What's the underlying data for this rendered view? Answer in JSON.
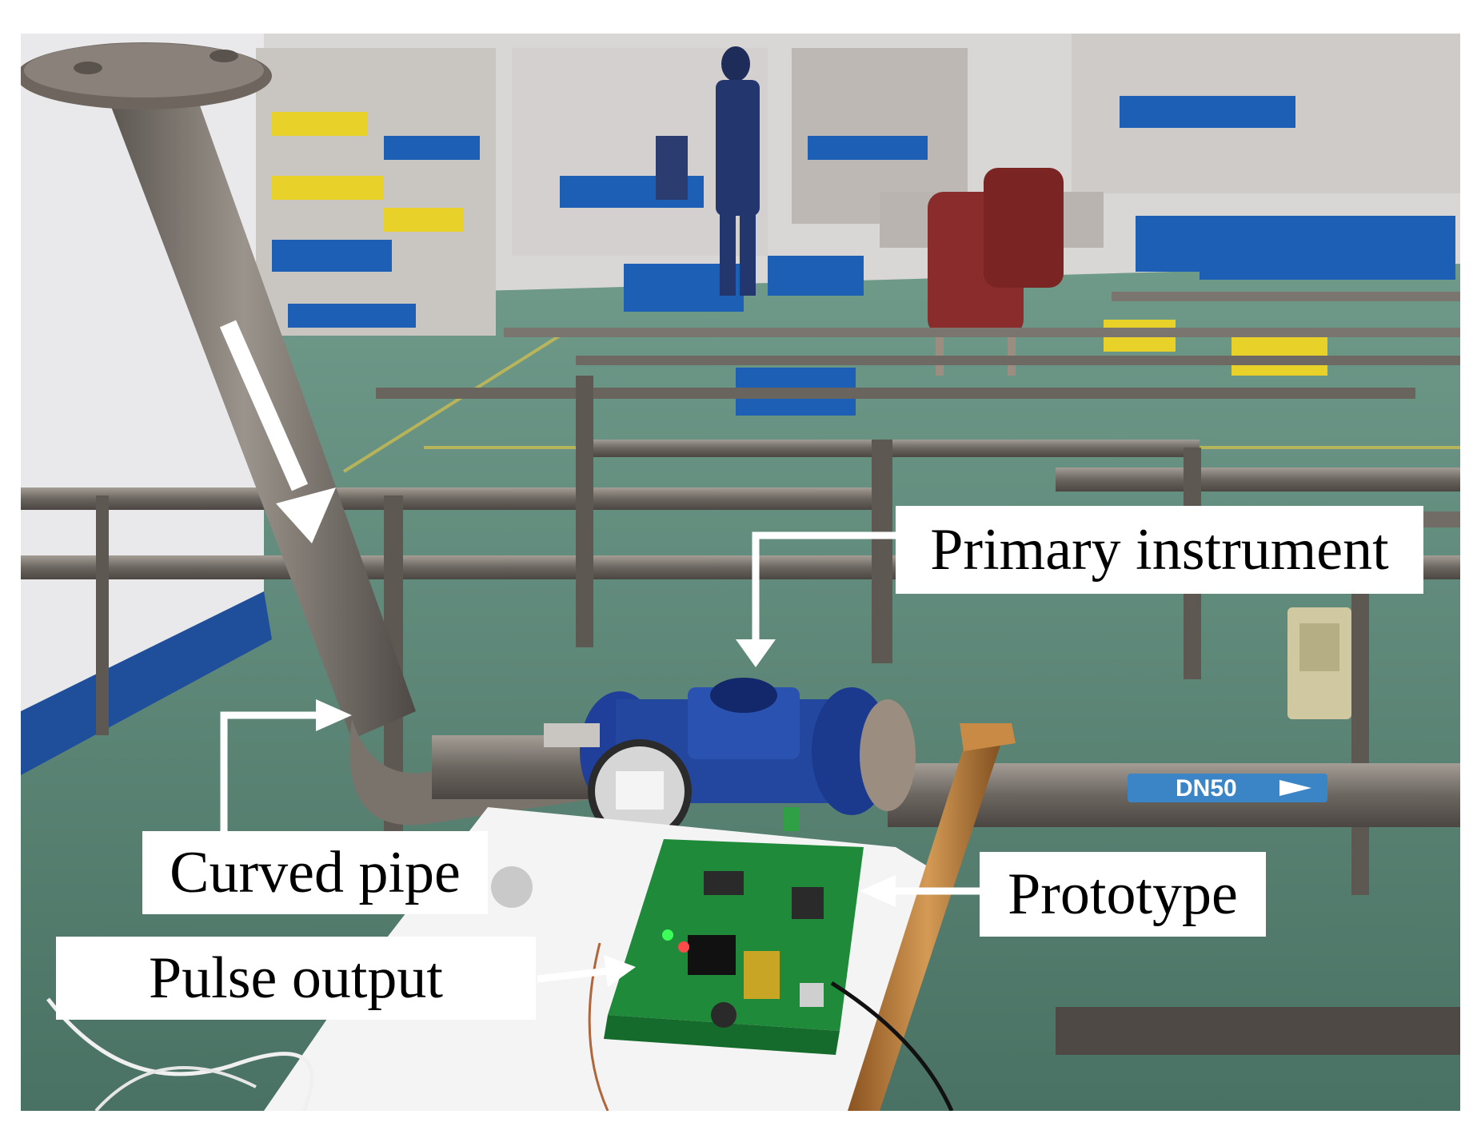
{
  "labels": {
    "primary": "Primary instrument",
    "curved": "Curved pipe",
    "prototype": "Prototype",
    "pulse": "Pulse output",
    "pipe_tag": "DN50"
  },
  "colors": {
    "floor": "#5f8a7a",
    "wall": "#e9e8ea",
    "pipe_steel": "#7c7670",
    "flowmeter_blue": "#1f3f9a",
    "pcb_green": "#1e8a3a",
    "bin_blue": "#1c5fb4",
    "bin_yellow": "#e8d22a",
    "chair_red": "#8a2c2c",
    "wood": "#b87a35",
    "arrow": "#ffffff"
  }
}
